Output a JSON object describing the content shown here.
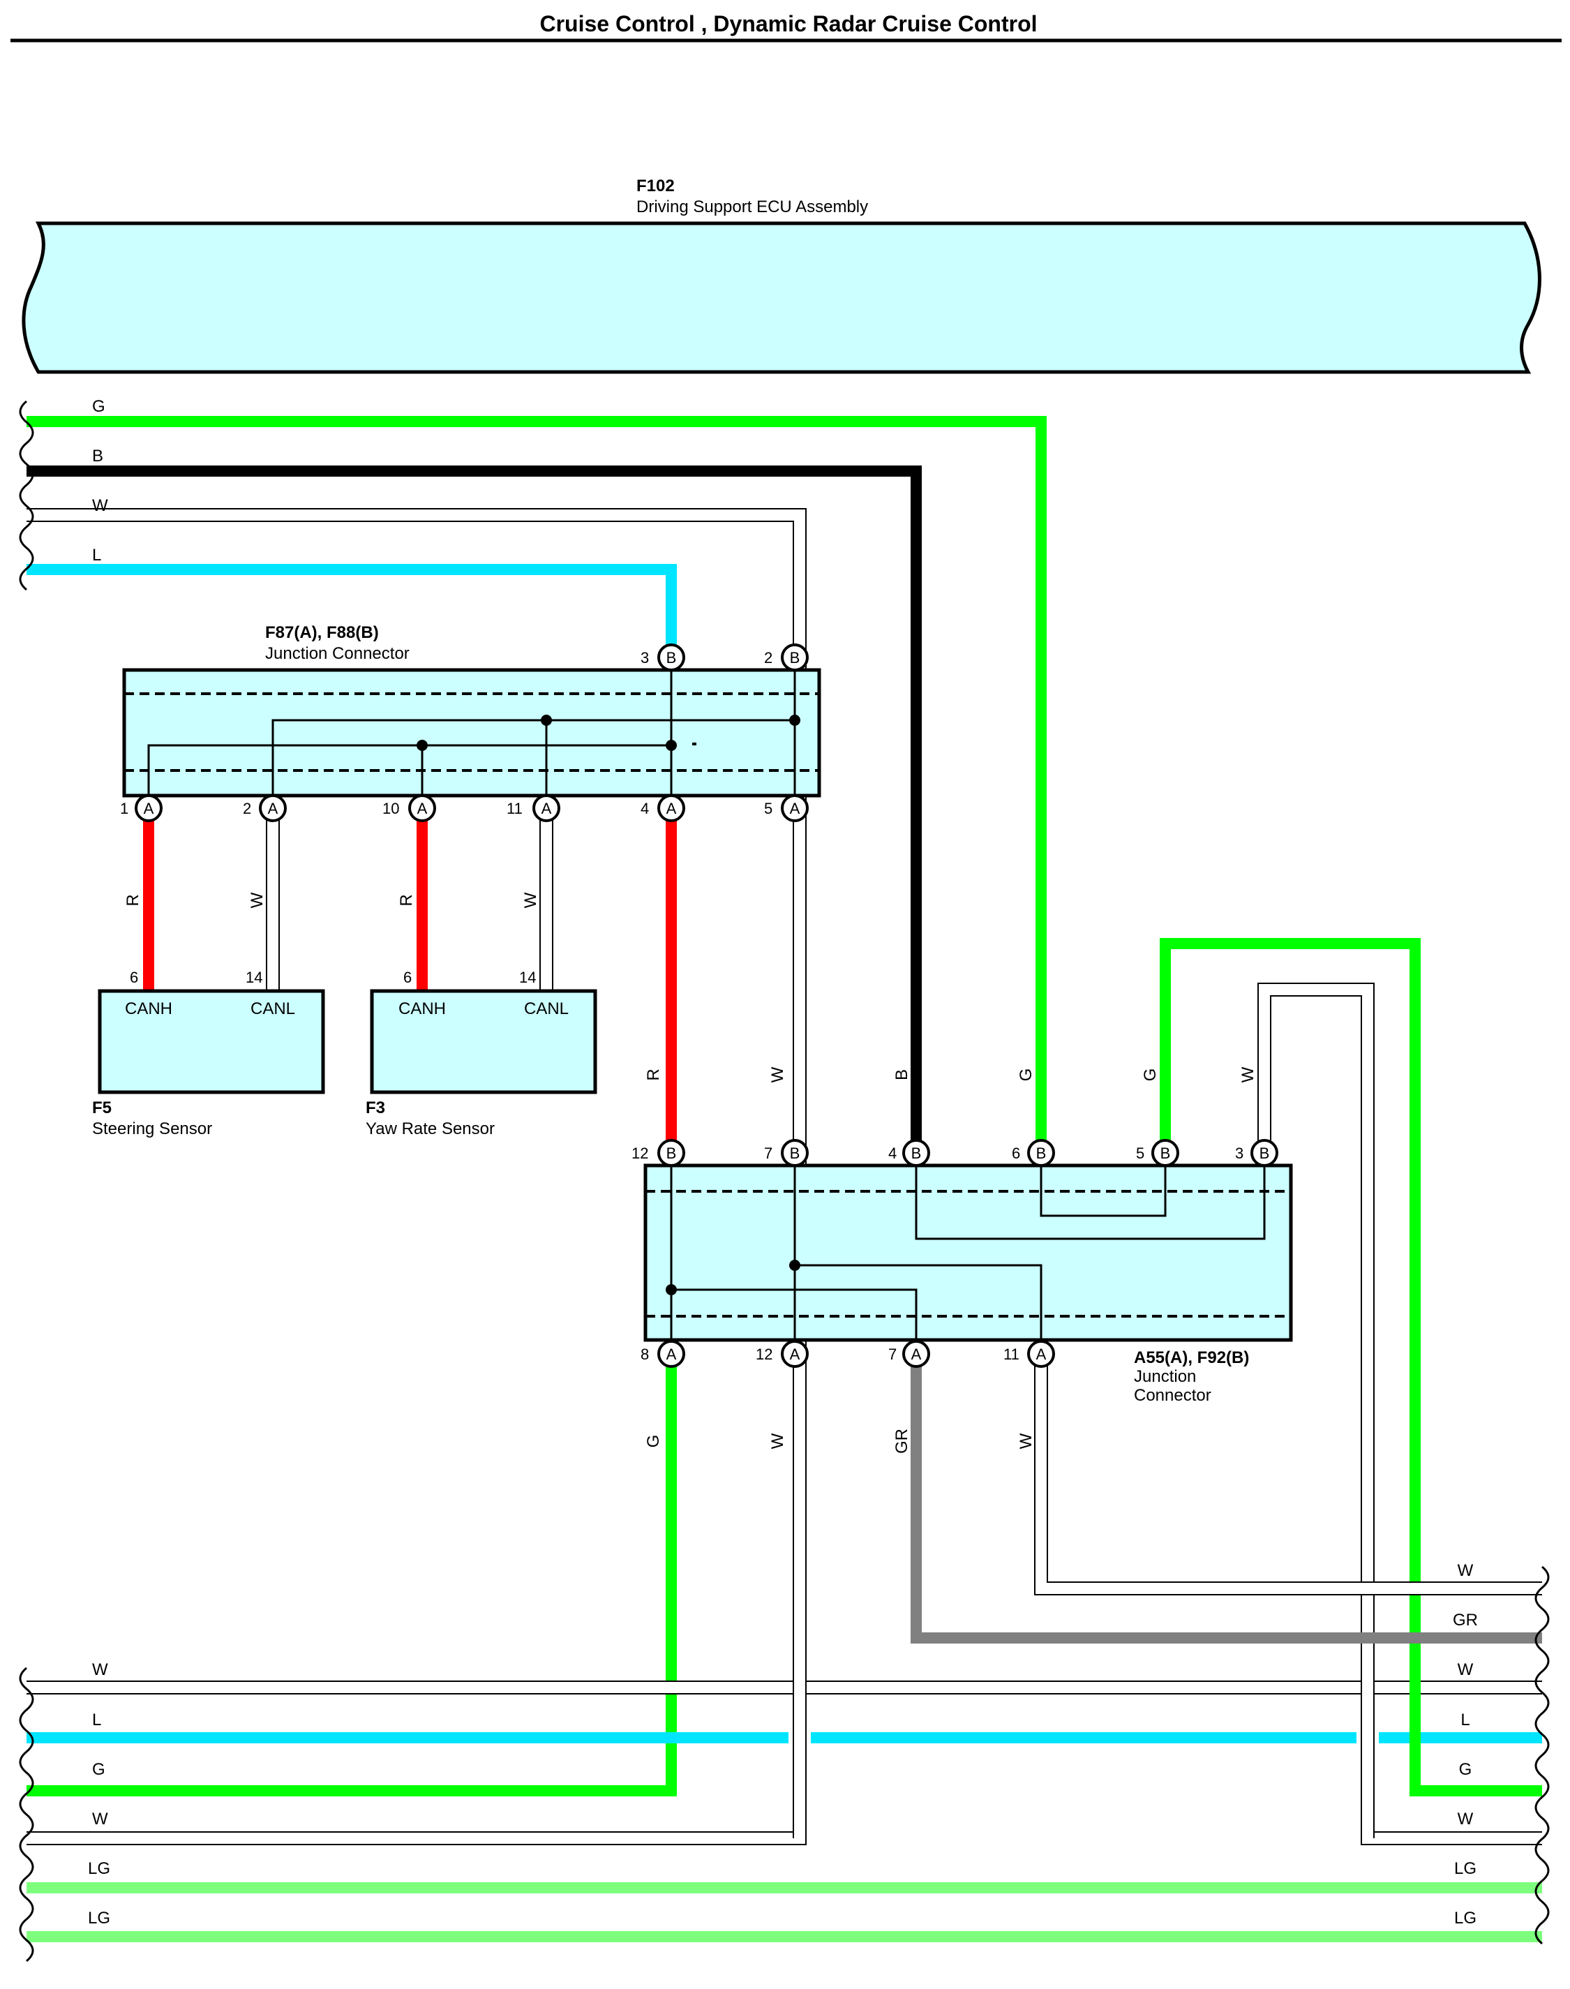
{
  "title": "Cruise Control , Dynamic Radar Cruise Control",
  "colors": {
    "G": "#00ff00",
    "B": "#000000",
    "W": "#ffffff",
    "L": "#00e5ff",
    "R": "#ff0000",
    "GR": "#808080",
    "LG": "#7dff7d",
    "box": "#ccffff"
  },
  "ecu": {
    "code": "F102",
    "name": "Driving Support ECU Assembly"
  },
  "jc1": {
    "code": "F87(A), F88(B)",
    "name": "Junction Connector"
  },
  "jc2": {
    "code": "A55(A), F92(B)",
    "name1": "Junction",
    "name2": "Connector"
  },
  "f5": {
    "code": "F5",
    "name": "Steering Sensor",
    "pin1_label": "CANH",
    "pin2_label": "CANL",
    "pin1": "6",
    "pin2": "14"
  },
  "f3": {
    "code": "F3",
    "name": "Yaw Rate Sensor",
    "pin1_label": "CANH",
    "pin2_label": "CANL",
    "pin1": "6",
    "pin2": "14"
  },
  "top_wires": [
    "G",
    "B",
    "W",
    "L"
  ],
  "bottom_left_wires": [
    "W",
    "L",
    "G",
    "W",
    "LG",
    "LG"
  ],
  "bottom_right_wires": [
    "W",
    "GR",
    "W",
    "L",
    "G",
    "W",
    "LG",
    "LG"
  ],
  "jc1_top_pins": [
    {
      "num": "3",
      "letter": "B"
    },
    {
      "num": "2",
      "letter": "B"
    }
  ],
  "jc1_bottom_pins": [
    {
      "num": "1",
      "letter": "A"
    },
    {
      "num": "2",
      "letter": "A"
    },
    {
      "num": "10",
      "letter": "A"
    },
    {
      "num": "11",
      "letter": "A"
    },
    {
      "num": "4",
      "letter": "A"
    },
    {
      "num": "5",
      "letter": "A"
    }
  ],
  "jc2_top_pins": [
    {
      "num": "12",
      "letter": "B"
    },
    {
      "num": "7",
      "letter": "B"
    },
    {
      "num": "4",
      "letter": "B"
    },
    {
      "num": "6",
      "letter": "B"
    },
    {
      "num": "5",
      "letter": "B"
    },
    {
      "num": "3",
      "letter": "B"
    }
  ],
  "jc2_bottom_pins": [
    {
      "num": "8",
      "letter": "A"
    },
    {
      "num": "12",
      "letter": "A"
    },
    {
      "num": "7",
      "letter": "A"
    },
    {
      "num": "11",
      "letter": "A"
    }
  ],
  "wire_tags": {
    "sensor1_R": "R",
    "sensor1_W": "W",
    "sensor2_R": "R",
    "sensor2_W": "W",
    "mid_R": "R",
    "mid_W": "W",
    "mid_B": "B",
    "mid_G": "G",
    "mid_G2": "G",
    "mid_W2": "W",
    "low_G": "G",
    "low_W": "W",
    "low_GR": "GR",
    "low_W2": "W"
  }
}
